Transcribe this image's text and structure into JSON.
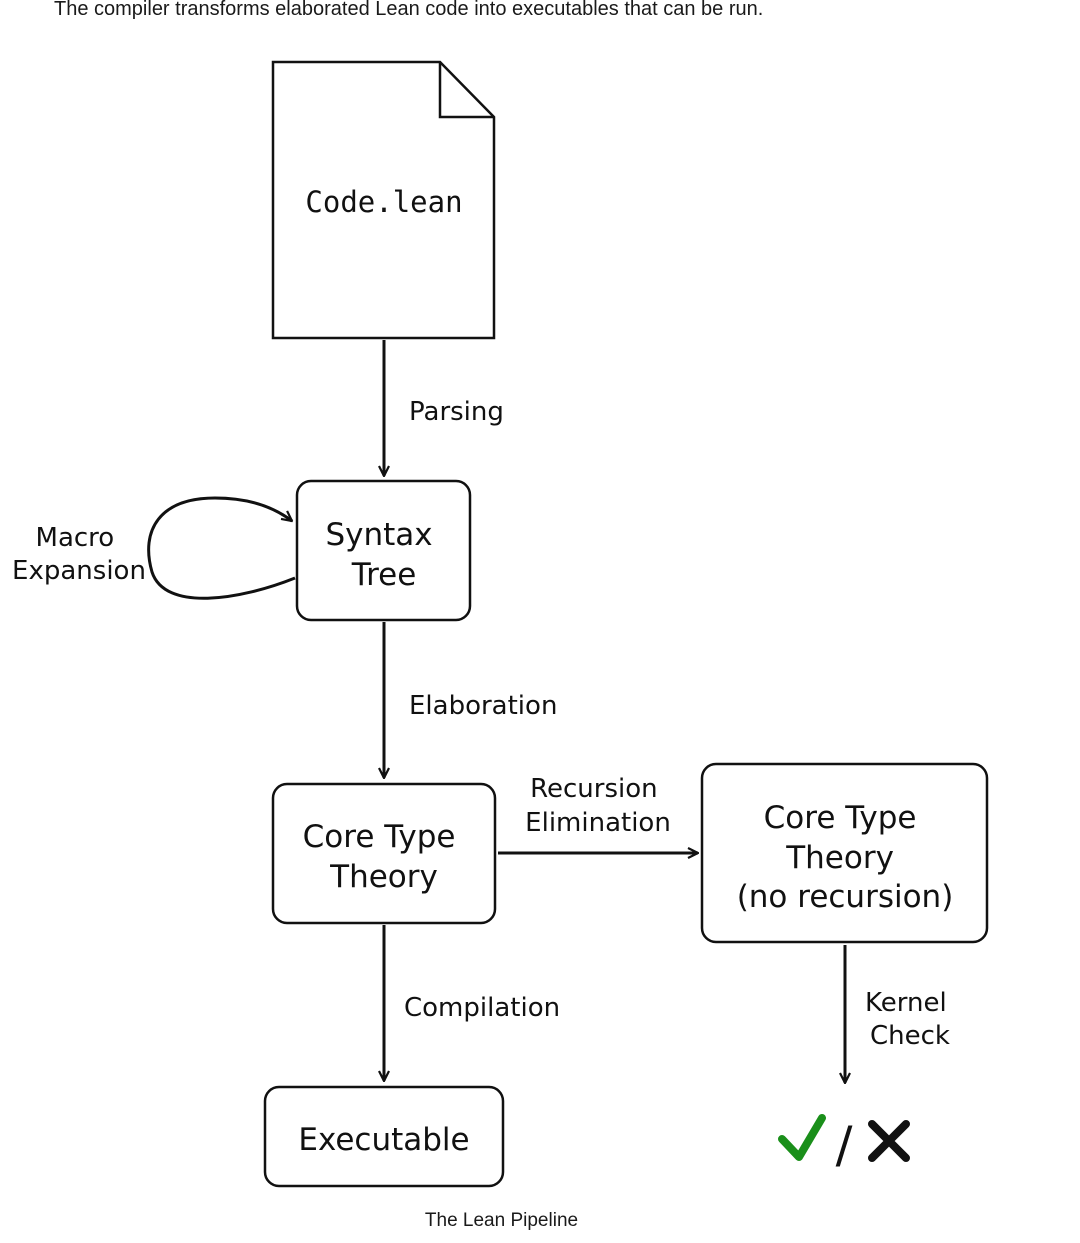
{
  "intro_text": "The compiler transforms elaborated Lean code into executables that can be run.",
  "caption": "The Lean Pipeline",
  "nodes": {
    "source_file": "Code.lean",
    "syntax_tree": [
      "Syntax",
      "Tree"
    ],
    "core_type_theory": [
      "Core Type",
      "Theory"
    ],
    "core_no_recursion": [
      "Core Type",
      "Theory",
      "(no recursion)"
    ],
    "executable": "Executable"
  },
  "edges": {
    "parsing": "Parsing",
    "macro_expansion": [
      "Macro",
      "Expansion"
    ],
    "elaboration": "Elaboration",
    "recursion_elimination": [
      "Recursion",
      "Elimination"
    ],
    "compilation": "Compilation",
    "kernel_check": [
      "Kernel",
      "Check"
    ]
  },
  "result": {
    "check": "✓",
    "separator": "/",
    "cross": "✕"
  },
  "colors": {
    "check": "#1a8f1a",
    "stroke": "#111111"
  },
  "icons": {
    "source_file": "document-icon",
    "check": "check-icon",
    "cross": "cross-icon"
  }
}
